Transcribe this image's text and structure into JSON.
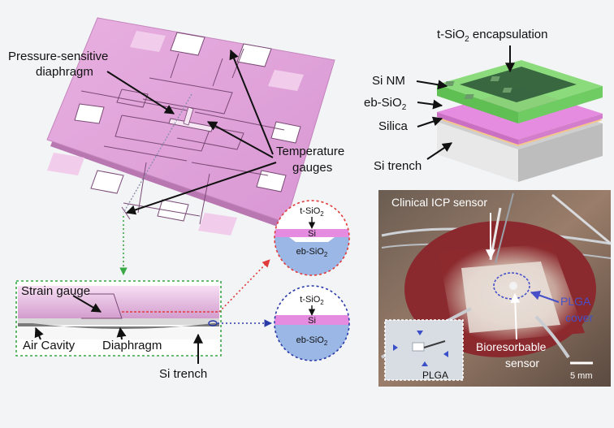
{
  "labels": {
    "pressure_sensitive": "Pressure-sensitive",
    "diaphragm_word": "diaphragm",
    "temperature": "Temperature",
    "gauges": "gauges",
    "strain_gauge": "Strain gauge",
    "air_cavity": "Air Cavity",
    "diaphragm_bottom": "Diaphragm",
    "si_trench_bottom": "Si trench",
    "tsio2_encapsulation": "t-SiO",
    "encapsulation_word": " encapsulation",
    "si_nm": "Si NM",
    "eb_sio2": "eb-SiO",
    "silica": "Silica",
    "si_trench_right": "Si trench",
    "clinical_icp": "Clinical ICP sensor",
    "plga_cover_line1": "PLGA",
    "plga_cover_line2": "cover",
    "bioresorbable_line1": "Bioresorbable",
    "bioresorbable_line2": "sensor",
    "scale_bar": "5 mm",
    "plga_inset": "PLGA",
    "circle_top_tsio2": "t-SiO",
    "circle_top_si": "Si",
    "circle_top_ebsio2": "eb-SiO",
    "circle_bot_tsio2": "t-SiO",
    "circle_bot_si": "Si",
    "circle_bot_ebsio2": "eb-SiO",
    "subscript_2": "2"
  },
  "colors": {
    "chip_pink": "#e4a3dc",
    "pink_layer": "#e58be0",
    "blue_layer": "#9ab7e6",
    "green_layer": "#7fd86f",
    "dark_green": "#2f5a3a",
    "orange_layer": "#f5c58a",
    "grey_block": "#d9d9d9",
    "green_dotted": "#39a845",
    "red_dotted": "#e03a3a",
    "blue_dotted": "#2a3aa8",
    "plga_blue": "#4650c8"
  }
}
